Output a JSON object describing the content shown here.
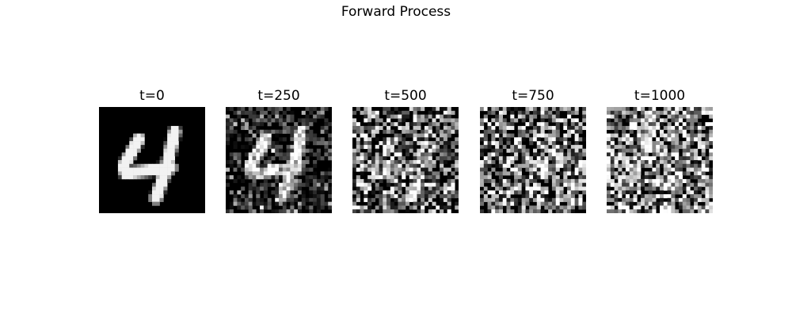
{
  "figure": {
    "title": "Forward Process"
  },
  "panels": [
    {
      "label": "t=0",
      "t": 0,
      "noise_level": 0.0
    },
    {
      "label": "t=250",
      "t": 250,
      "noise_level": 0.55
    },
    {
      "label": "t=500",
      "t": 500,
      "noise_level": 0.9
    },
    {
      "label": "t=750",
      "t": 750,
      "noise_level": 0.97
    },
    {
      "label": "t=1000",
      "t": 1000,
      "noise_level": 1.0
    }
  ],
  "colors": {
    "background": "#ffffff",
    "text": "#000000",
    "image_low": "#000000",
    "image_high": "#ffffff"
  },
  "digit": {
    "value": "4"
  }
}
